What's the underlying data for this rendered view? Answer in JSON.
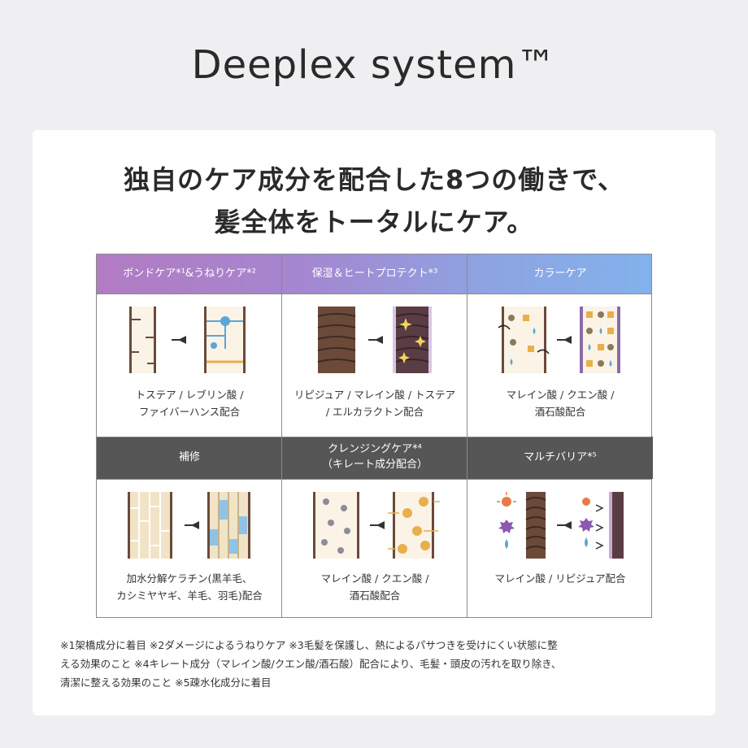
{
  "title": "Deeplex system™",
  "headline": {
    "line1": "独自のケア成分を配合した8つの働きで、",
    "line2": "髪全体をトータルにケア。"
  },
  "grid": {
    "row1": [
      {
        "header": "ボンドケア*¹&うねりケア*²",
        "caption1": "トステア / レブリン酸 /",
        "caption2": "ファイバーハンス配合"
      },
      {
        "header": "保湿＆ヒートプロテクト*³",
        "caption1": "リピジュア / マレイン酸 / トステア",
        "caption2": "/ エルカラクトン配合"
      },
      {
        "header": "カラーケア",
        "caption1": "マレイン酸 / クエン酸 /",
        "caption2": "酒石酸配合"
      }
    ],
    "row2": [
      {
        "header": "補修",
        "header2": "",
        "caption1": "加水分解ケラチン(黒羊毛、",
        "caption2": "カシミヤヤギ、羊毛、羽毛)配合"
      },
      {
        "header": "クレンジングケア*⁴",
        "header2": "（キレート成分配合）",
        "caption1": "マレイン酸 / クエン酸 /",
        "caption2": "酒石酸配合"
      },
      {
        "header": "マルチバリア*⁵",
        "header2": "",
        "caption1": "マレイン酸 / リピジュア配合",
        "caption2": ""
      }
    ]
  },
  "notes": {
    "line1": "※1架橋成分に着目 ※2ダメージによるうねりケア ※3毛髪を保護し、熱によるパサつきを受けにくい状態に整",
    "line2": "える効果のこと ※4キレート成分（マレイン酸/クエン酸/酒石酸）配合により、毛髪・頭皮の汚れを取り除き、",
    "line3": "清潔に整える効果のこと ※5疎水化成分に着目"
  },
  "colors": {
    "gradient_start": "#b27bc2",
    "gradient_end": "#82b2ec",
    "dark_header": "#565656",
    "hair_brown": "#6b4a3a",
    "hair_fill": "#fbf3e6"
  }
}
